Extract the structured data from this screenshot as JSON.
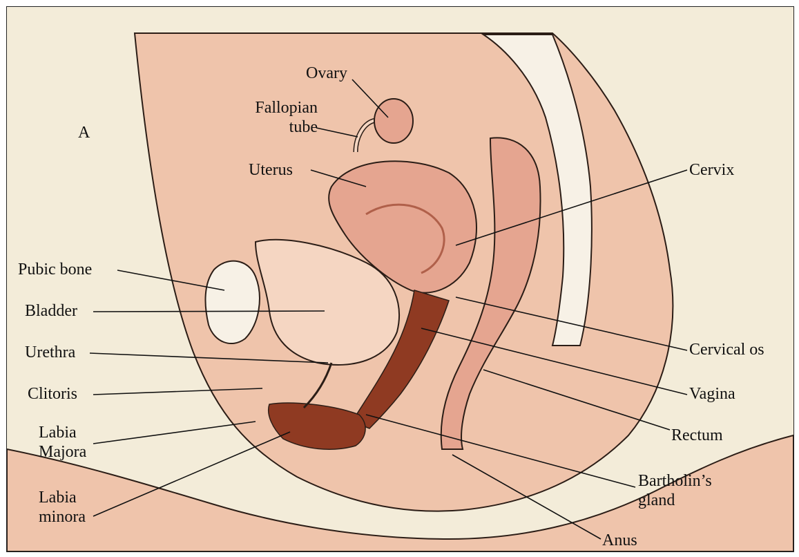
{
  "figure": {
    "panel_letter": "A",
    "labels": {
      "ovary": "Ovary",
      "fallopian_tube": "Fallopian tube",
      "uterus": "Uterus",
      "cervix": "Cervix",
      "pubic_bone": "Pubic bone",
      "bladder": "Bladder",
      "urethra": "Urethra",
      "clitoris": "Clitoris",
      "labia_majora": "Labia Majora",
      "labia_minora": "Labia minora",
      "cervical_os": "Cervical os",
      "vagina": "Vagina",
      "rectum": "Rectum",
      "bartholins_gland": "Bartholin’s gland",
      "anus": "Anus"
    }
  },
  "colors": {
    "paper": "#f3ecd9",
    "skin": "#efc4ab",
    "tissue_light": "#f5d6c2",
    "tissue_dark": "#e5a590",
    "vaginal_canal": "#8f3a22",
    "bone": "#f7f1e6",
    "outline": "#2b1d16"
  }
}
